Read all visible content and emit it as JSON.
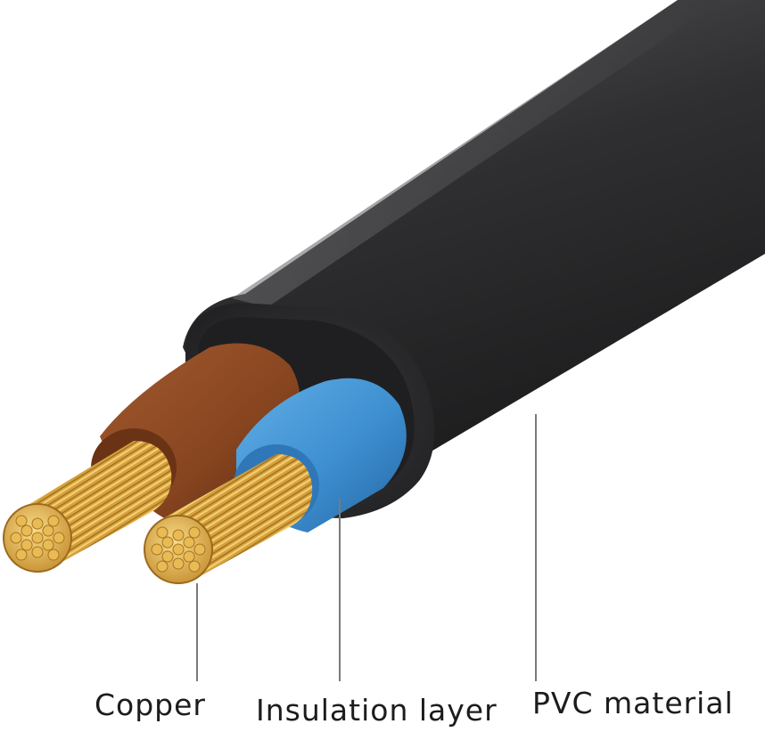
{
  "labels": {
    "copper": "Copper",
    "insulation": "Insulation layer",
    "pvc": "PVC material"
  },
  "colors": {
    "background": "#ffffff",
    "jacket": "#2f2f31",
    "insulation_brown": "#8b4a26",
    "insulation_blue": "#3d8fd0",
    "copper": "#d9a63c",
    "leader_line": "#7a7a7a",
    "text": "#1c1c1c"
  },
  "icons": [
    "flat-two-core-cable-illustration"
  ]
}
